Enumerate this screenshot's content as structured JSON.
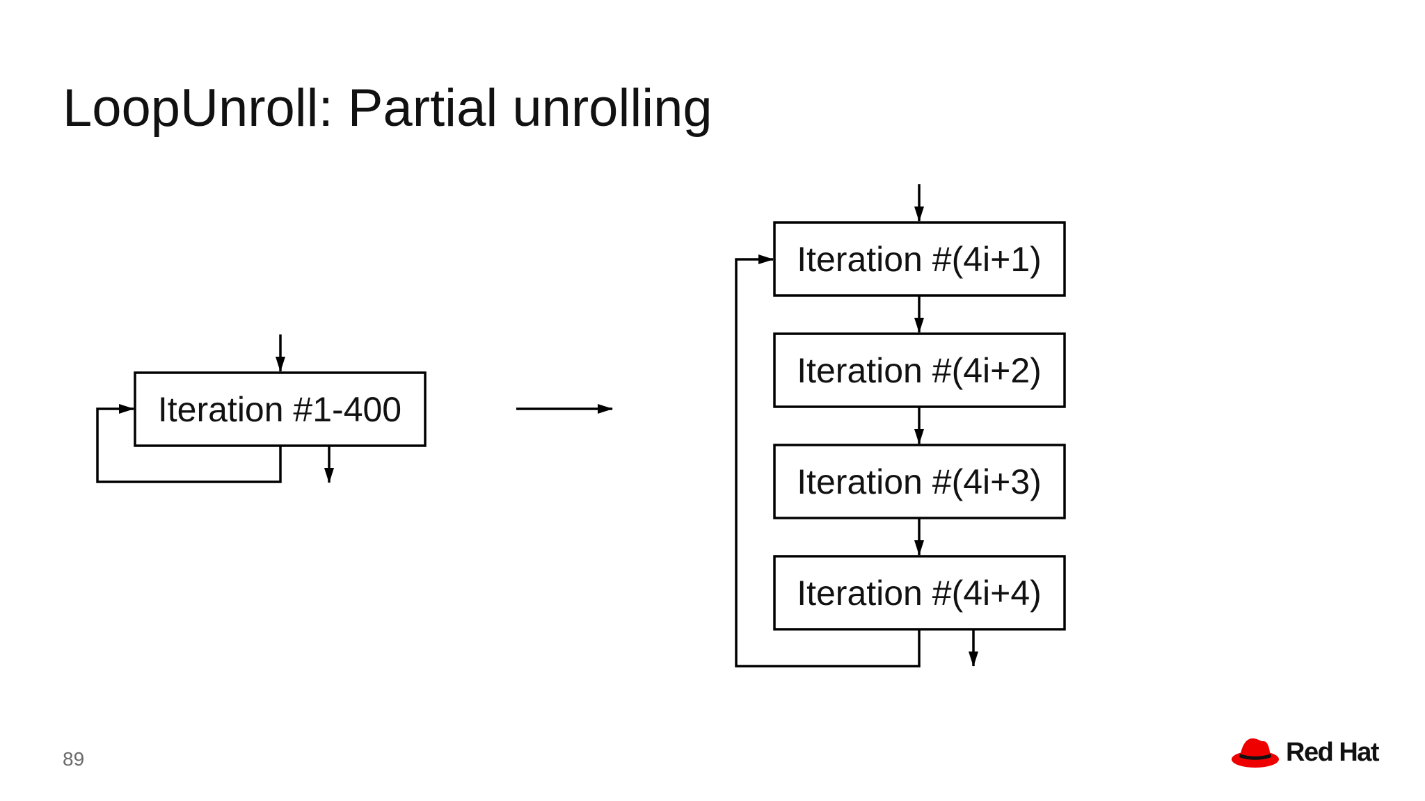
{
  "title": "LoopUnroll: Partial unrolling",
  "page_number": "89",
  "brand": {
    "name": "Red Hat",
    "color": "#ee0000"
  },
  "diagram": {
    "original_loop": {
      "label": "Iteration #1-400"
    },
    "unrolled_loop": {
      "iterations": [
        {
          "label": "Iteration #(4i+1)"
        },
        {
          "label": "Iteration #(4i+2)"
        },
        {
          "label": "Iteration #(4i+3)"
        },
        {
          "label": "Iteration #(4i+4)"
        }
      ]
    }
  }
}
